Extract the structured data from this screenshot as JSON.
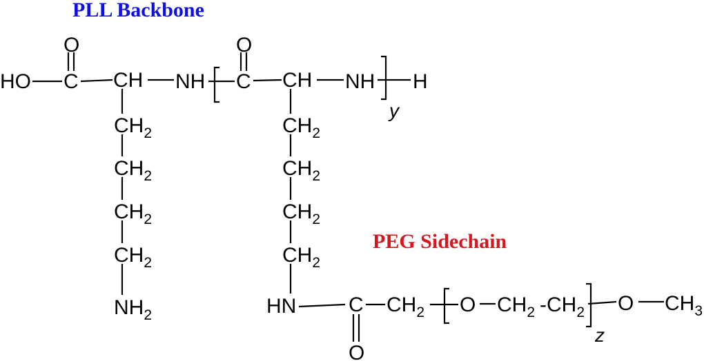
{
  "labels": {
    "backbone_title": "PLL Backbone",
    "backbone_color": "#1010e0",
    "sidechain_title": "PEG Sidechain",
    "sidechain_color": "#d8161e"
  },
  "atoms": {
    "ho": "HO",
    "c1": "C",
    "o1": "O",
    "ch1": "CH",
    "nh1": "NH",
    "c2": "C",
    "o2": "O",
    "ch2": "CH",
    "nh2": "NH",
    "h_end": "H",
    "repeat_y": "y",
    "left_chain": [
      {
        "main": "CH",
        "sub": "2"
      },
      {
        "main": "CH",
        "sub": "2"
      },
      {
        "main": "CH",
        "sub": "2"
      },
      {
        "main": "CH",
        "sub": "2"
      },
      {
        "main": "NH",
        "sub": "2"
      }
    ],
    "right_chain": [
      {
        "main": "CH",
        "sub": "2"
      },
      {
        "main": "CH",
        "sub": "2"
      },
      {
        "main": "CH",
        "sub": "2"
      },
      {
        "main": "CH",
        "sub": "2"
      }
    ],
    "hn": "HN",
    "c3": "C",
    "o3": "O",
    "ch2_link": {
      "main": "CH",
      "sub": "2"
    },
    "peg_o": "O",
    "peg_ch2a": {
      "main": "CH",
      "sub": "2"
    },
    "peg_dash": "-",
    "peg_ch2b": {
      "main": "CH",
      "sub": "2"
    },
    "repeat_z": "z",
    "end_o": "O",
    "end_ch3": {
      "main": "CH",
      "sub": "3"
    }
  }
}
